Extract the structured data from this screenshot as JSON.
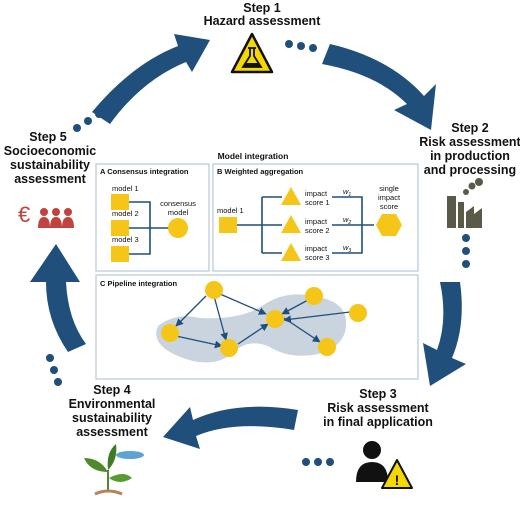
{
  "steps": [
    {
      "number": "Step 1",
      "lines": [
        "Hazard assessment"
      ]
    },
    {
      "number": "Step 2",
      "lines": [
        "Risk assessment",
        "in production",
        "and processing"
      ]
    },
    {
      "number": "Step 3",
      "lines": [
        "Risk assessment",
        "in final application"
      ]
    },
    {
      "number": "Step 4",
      "lines": [
        "Environmental",
        "sustainability",
        "assessment"
      ]
    },
    {
      "number": "Step 5",
      "lines": [
        "Socioeconomic",
        "sustainability",
        "assessment"
      ]
    }
  ],
  "model_integration": {
    "title": "Model integration",
    "consensus": {
      "header": "A Consensus integration",
      "models": [
        "model 1",
        "model 2",
        "model 3"
      ],
      "result": [
        "consensus",
        "model"
      ]
    },
    "weighted": {
      "header": "B Weighted aggregation",
      "model": "model 1",
      "scores": [
        [
          "impact",
          "score 1"
        ],
        [
          "impact",
          "score 2"
        ],
        [
          "impact",
          "score 3"
        ]
      ],
      "weights": [
        "w",
        "w",
        "w"
      ],
      "weight_subscripts": [
        "1",
        "2",
        "3"
      ],
      "result": [
        "single",
        "impact",
        "score"
      ]
    },
    "pipeline": {
      "header": "C Pipeline integration"
    }
  },
  "icons": {
    "euro_symbol": "€",
    "warning_symbol": "!"
  },
  "colors": {
    "arrow": "#1f4f7a",
    "node": "#f5c518",
    "node_stroke": "#d9a400",
    "factory": "#5a5a48",
    "people": "#c0433f",
    "panel_border": "#b7c9d9",
    "pipeline_blob": "#c9d4df"
  }
}
